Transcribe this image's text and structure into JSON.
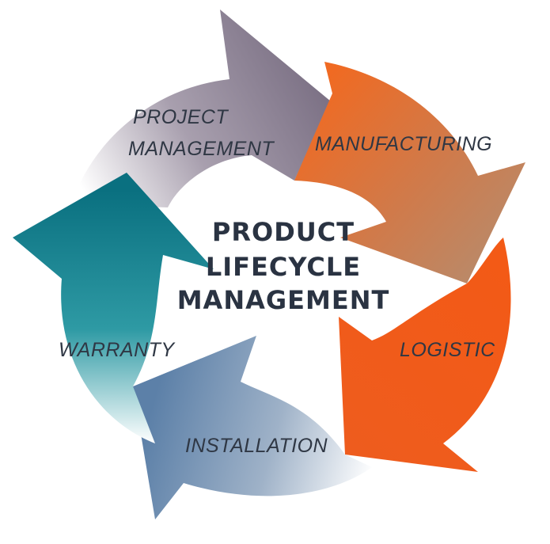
{
  "center_title": {
    "line1": "PRODUCT",
    "line2": "LIFECYCLE",
    "line3": "MANAGEMENT"
  },
  "stages": {
    "project": {
      "line1": "PROJECT",
      "line2": "MANAGEMENT"
    },
    "manufacturing": {
      "label": "MANUFACTURING"
    },
    "logistic": {
      "label": "LOGISTIC"
    },
    "installation": {
      "label": "INSTALLATION"
    },
    "warranty": {
      "label": "WARRANTY"
    }
  },
  "colors": {
    "project": "#8a7e92",
    "manufacturing": "#ea6a2c",
    "logistic": "#f05a1a",
    "installation": "#6f8fb0",
    "warranty": "#127d88",
    "text": "#2f3744"
  }
}
